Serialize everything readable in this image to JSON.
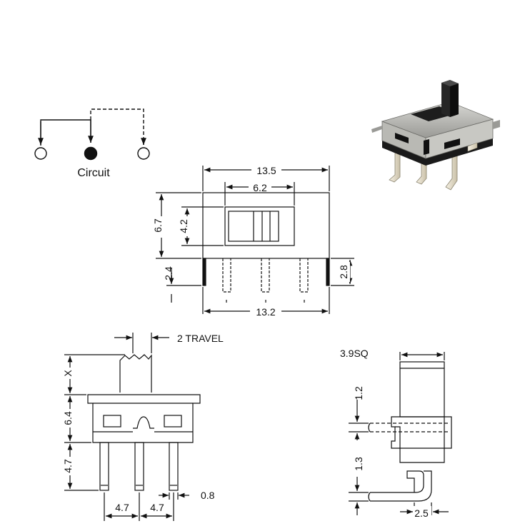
{
  "circuit": {
    "label": "Circuit"
  },
  "top_view": {
    "width_overall": "13.5",
    "width_window": "6.2",
    "height_overall": "6.7",
    "height_window": "4.2",
    "pin_length": "2.4",
    "pin_length_right": "2.8",
    "pin_span": "13.2"
  },
  "front_view": {
    "travel": "2 TRAVEL",
    "actuator_height": "X",
    "body_height": "6.4",
    "pin_height": "4.7",
    "pin_pitch_1": "4.7",
    "pin_pitch_2": "4.7",
    "pin_width": "0.8"
  },
  "side_view": {
    "actuator_size": "3.9SQ",
    "dim_a": "1.2",
    "dim_b": "1.3",
    "dim_c": "2.5"
  }
}
